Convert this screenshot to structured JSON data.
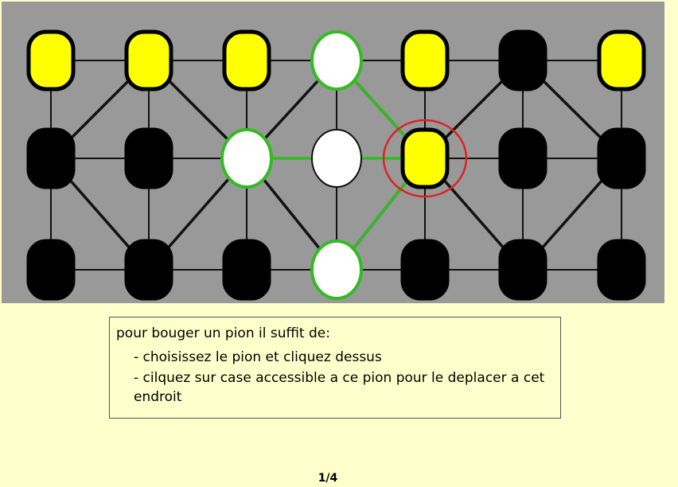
{
  "colors": {
    "board_bg": "#999999",
    "yellow": "#ffff00",
    "black": "#000000",
    "white": "#ffffff",
    "highlight_green": "#33bb22",
    "selected_red": "#dd2222",
    "page_bg": "#ffffcc"
  },
  "board": {
    "rows": 3,
    "cols": 7,
    "pieces": [
      [
        "yellow",
        "yellow",
        "yellow",
        "empty",
        "yellow",
        "black",
        "yellow"
      ],
      [
        "black",
        "black",
        "empty",
        "empty",
        "yellow",
        "black",
        "black"
      ],
      [
        "black",
        "black",
        "black",
        "empty",
        "black",
        "black",
        "black"
      ]
    ],
    "selected": [
      1,
      4
    ],
    "highlighted": [
      [
        0,
        3
      ],
      [
        1,
        2
      ],
      [
        2,
        3
      ]
    ]
  },
  "instructions": {
    "intro": "pour bouger un pion il suffit de:",
    "step1": "- choisissez le pion et cliquez dessus",
    "step2": "- cilquez sur case accessible a ce pion pour le deplacer a cet endroit"
  },
  "pagination": {
    "label": "1/4"
  }
}
